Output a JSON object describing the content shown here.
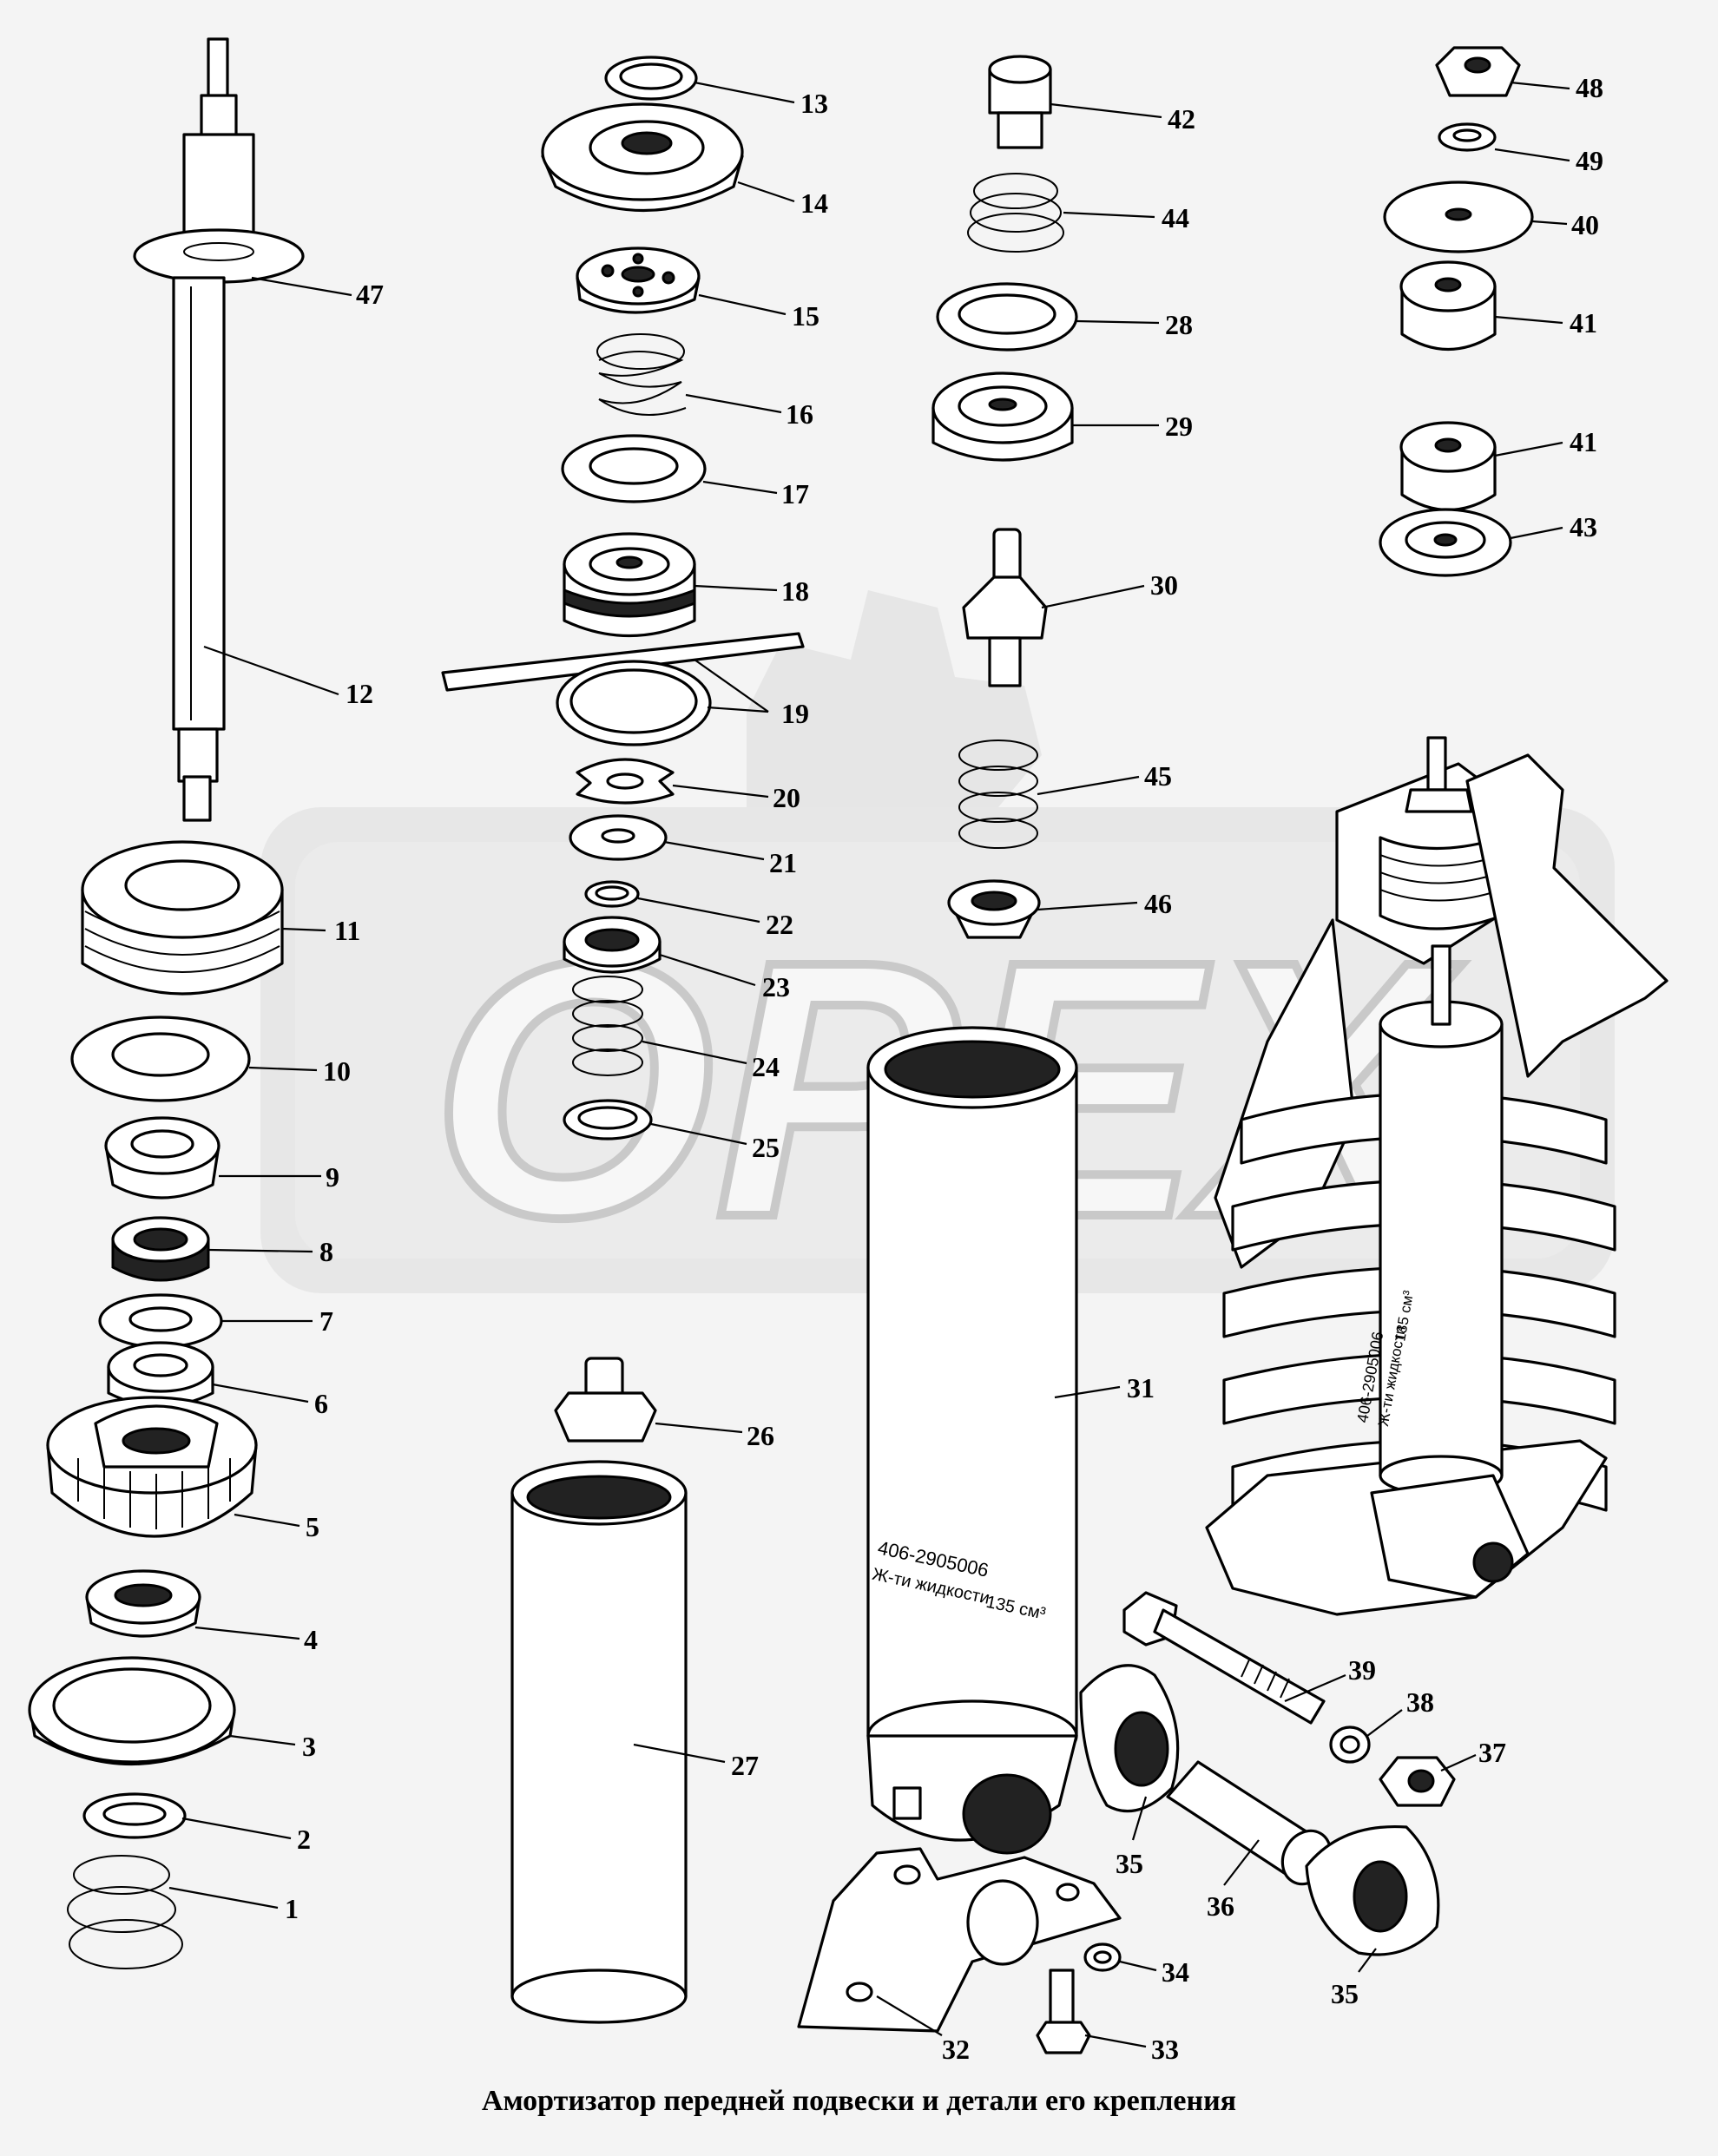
{
  "caption": "Амортизатор передней подвески и детали его крепления",
  "watermark": "OPEX",
  "cylinder_marking_31": {
    "line1": "406-2905006",
    "line2": "Ж-ти жидкости",
    "line3": "135 см³"
  },
  "strut_marking": {
    "line1": "406-2905006",
    "line2": "Ж-ти жидкости",
    "line3": "135 см³"
  },
  "callouts": [
    {
      "id": "c1",
      "label": "1"
    },
    {
      "id": "c2",
      "label": "2"
    },
    {
      "id": "c3",
      "label": "3"
    },
    {
      "id": "c4",
      "label": "4"
    },
    {
      "id": "c5",
      "label": "5"
    },
    {
      "id": "c6",
      "label": "6"
    },
    {
      "id": "c7",
      "label": "7"
    },
    {
      "id": "c8",
      "label": "8"
    },
    {
      "id": "c9",
      "label": "9"
    },
    {
      "id": "c10",
      "label": "10"
    },
    {
      "id": "c11",
      "label": "11"
    },
    {
      "id": "c12",
      "label": "12"
    },
    {
      "id": "c13",
      "label": "13"
    },
    {
      "id": "c14",
      "label": "14"
    },
    {
      "id": "c15",
      "label": "15"
    },
    {
      "id": "c16",
      "label": "16"
    },
    {
      "id": "c17",
      "label": "17"
    },
    {
      "id": "c18",
      "label": "18"
    },
    {
      "id": "c19",
      "label": "19"
    },
    {
      "id": "c20",
      "label": "20"
    },
    {
      "id": "c21",
      "label": "21"
    },
    {
      "id": "c22",
      "label": "22"
    },
    {
      "id": "c23",
      "label": "23"
    },
    {
      "id": "c24",
      "label": "24"
    },
    {
      "id": "c25",
      "label": "25"
    },
    {
      "id": "c26",
      "label": "26"
    },
    {
      "id": "c27",
      "label": "27"
    },
    {
      "id": "c28",
      "label": "28"
    },
    {
      "id": "c29",
      "label": "29"
    },
    {
      "id": "c30",
      "label": "30"
    },
    {
      "id": "c31",
      "label": "31"
    },
    {
      "id": "c32",
      "label": "32"
    },
    {
      "id": "c33",
      "label": "33"
    },
    {
      "id": "c34",
      "label": "34"
    },
    {
      "id": "c35a",
      "label": "35"
    },
    {
      "id": "c35b",
      "label": "35"
    },
    {
      "id": "c36",
      "label": "36"
    },
    {
      "id": "c37",
      "label": "37"
    },
    {
      "id": "c38",
      "label": "38"
    },
    {
      "id": "c39",
      "label": "39"
    },
    {
      "id": "c40",
      "label": "40"
    },
    {
      "id": "c41a",
      "label": "41"
    },
    {
      "id": "c41b",
      "label": "41"
    },
    {
      "id": "c42",
      "label": "42"
    },
    {
      "id": "c43",
      "label": "43"
    },
    {
      "id": "c44",
      "label": "44"
    },
    {
      "id": "c45",
      "label": "45"
    },
    {
      "id": "c46",
      "label": "46"
    },
    {
      "id": "c47",
      "label": "47"
    },
    {
      "id": "c48",
      "label": "48"
    },
    {
      "id": "c49",
      "label": "49"
    }
  ]
}
